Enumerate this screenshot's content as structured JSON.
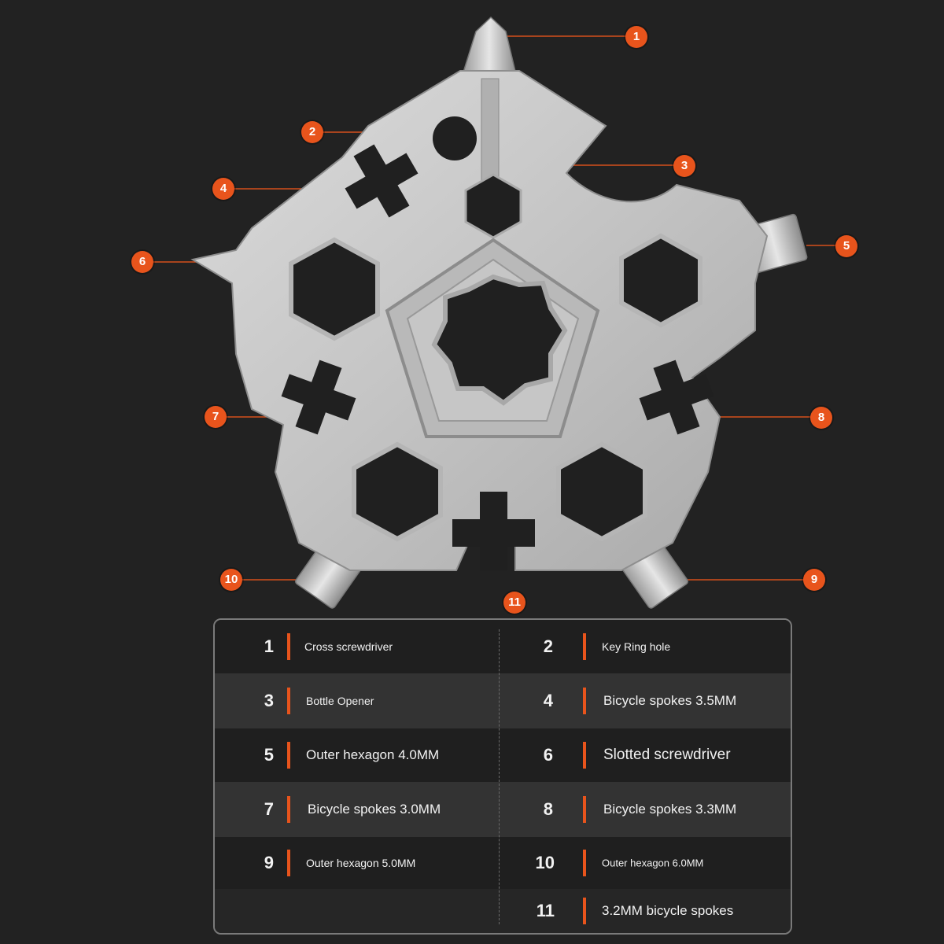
{
  "colors": {
    "background": "#222222",
    "accent": "#e8541c",
    "metal": "#c9c9c9",
    "text": "#f2f2f2"
  },
  "markers": [
    "1",
    "2",
    "3",
    "4",
    "5",
    "6",
    "7",
    "8",
    "9",
    "10",
    "11"
  ],
  "legend": {
    "rows": [
      {
        "left": {
          "num": "1",
          "label": "Cross screwdriver"
        },
        "right": {
          "num": "2",
          "label": "Key Ring hole"
        }
      },
      {
        "left": {
          "num": "3",
          "label": "Bottle Opener"
        },
        "right": {
          "num": "4",
          "label": "Bicycle spokes 3.5MM"
        }
      },
      {
        "left": {
          "num": "5",
          "label": "Outer hexagon 4.0MM"
        },
        "right": {
          "num": "6",
          "label": "Slotted screwdriver"
        }
      },
      {
        "left": {
          "num": "7",
          "label": "Bicycle spokes 3.0MM"
        },
        "right": {
          "num": "8",
          "label": "Bicycle spokes 3.3MM"
        }
      },
      {
        "left": {
          "num": "9",
          "label": "Outer hexagon 5.0MM"
        },
        "right": {
          "num": "10",
          "label": "Outer hexagon 6.0MM"
        }
      },
      {
        "left": {
          "num": "",
          "label": ""
        },
        "right": {
          "num": "11",
          "label": "3.2MM bicycle spokes"
        }
      }
    ]
  }
}
